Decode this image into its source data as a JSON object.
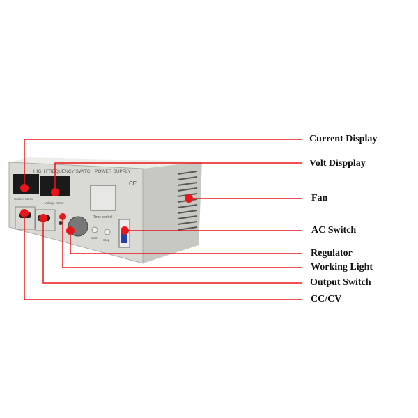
{
  "callouts": [
    {
      "label": "Current Display"
    },
    {
      "label": "Volt Dispplay"
    },
    {
      "label": "Fan"
    },
    {
      "label": "AC Switch"
    },
    {
      "label": "Regulator"
    },
    {
      "label": "Working Light"
    },
    {
      "label": "Output Switch"
    },
    {
      "label": "CC/CV"
    }
  ],
  "device": {
    "title": "HIGH FREQUENCY SWITCH POWER SUPPLY",
    "current_meter": "Current Meter",
    "voltage_meter": "Voltage Meter",
    "time_control": "Time control",
    "ce_mark": "CE",
    "start": "Start",
    "stop": "Stop"
  },
  "colors": {
    "callout": "#e8161b",
    "panel": "#d9d9d4",
    "side": "#c9c9c4"
  }
}
